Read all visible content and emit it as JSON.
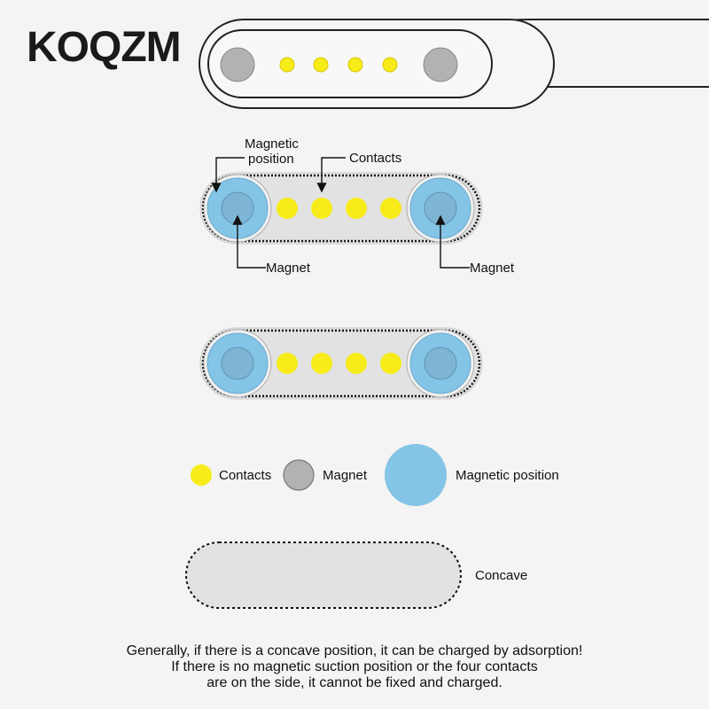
{
  "brand": {
    "name": "KOQZM"
  },
  "colors": {
    "contact": "#f7eb19",
    "magnet": "#b2b2b2",
    "magnetic_position": "#84c4e6",
    "concave_fill": "#e2e2e2",
    "background": "#f4f4f4"
  },
  "diagram1": {
    "label_magnetic_position": [
      "Magnetic",
      "position"
    ],
    "label_contacts": "Contacts",
    "label_magnet_left": "Magnet",
    "label_magnet_right": "Magnet"
  },
  "legend": {
    "contacts": "Contacts",
    "magnet": "Magnet",
    "magnetic_position": "Magnetic position"
  },
  "concave": {
    "label": "Concave"
  },
  "note": {
    "lines": [
      "Generally, if there is a concave position, it can be charged by adsorption!",
      "If there is no magnetic suction position or the four contacts",
      "are on the side, it cannot be fixed and charged."
    ]
  }
}
